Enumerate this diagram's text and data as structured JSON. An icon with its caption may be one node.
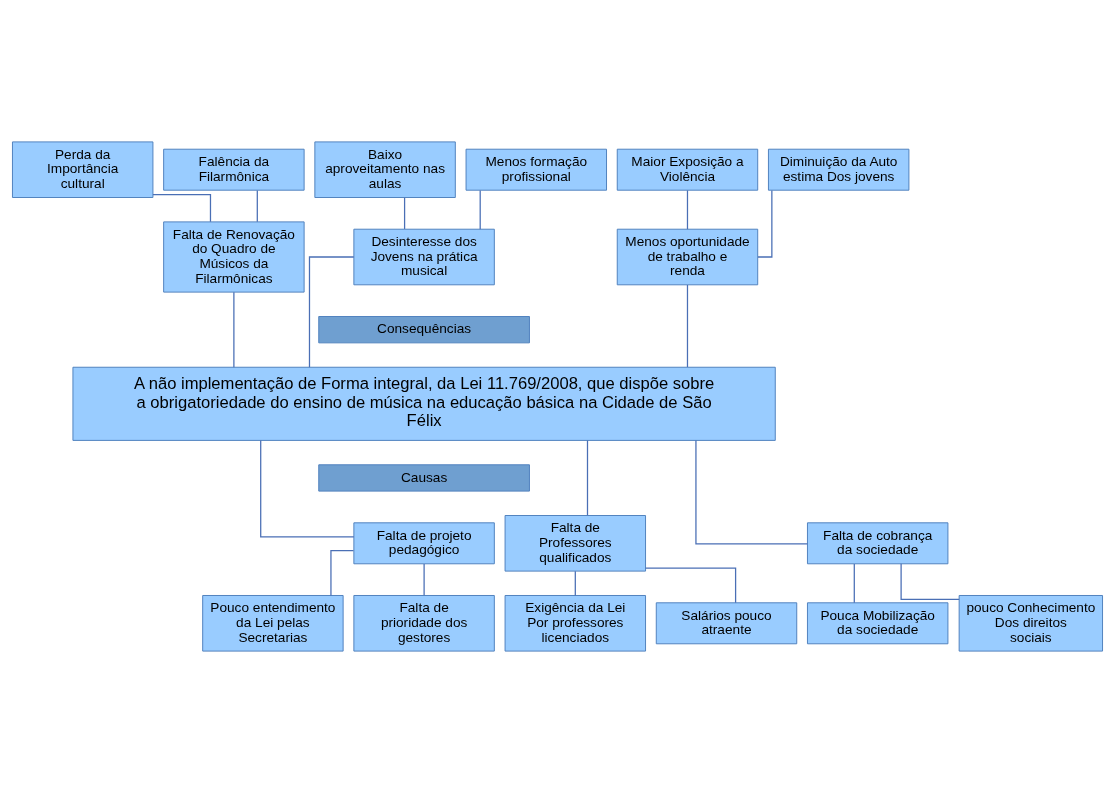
{
  "diagram": {
    "nodes": [
      {
        "text": [
          "Perda da Importância cultural"
        ]
      },
      {
        "text": [
          "Falência da Filarmônica"
        ]
      },
      {
        "text": [
          "Baixo aproveitamento nas aulas"
        ]
      },
      {
        "text": [
          "Menos formação profissional"
        ]
      },
      {
        "text": [
          "Maior Exposição a Violência"
        ]
      },
      {
        "text": [
          "Diminuição da Auto estima Dos jovens"
        ]
      },
      {
        "text": [
          "Falta de Renovação do Quadro de Músicos da Filarmônicas"
        ]
      },
      {
        "text": [
          "Desinteresse dos Jovens na prática musical"
        ]
      },
      {
        "text": [
          "Menos oportunidade de trabalho e renda"
        ]
      },
      {
        "text": [
          "Consequências"
        ]
      },
      {
        "text": [
          "A não implementação de Forma integral, da Lei 11.769/2008, que dispõe sobre a obrigatoriedade do ensino de música na educação básica na Cidade de São Félix"
        ]
      },
      {
        "text": [
          "Causas"
        ]
      },
      {
        "text": [
          "Falta de Professores qualificados"
        ]
      },
      {
        "text": [
          "Falta de projeto pedagógico"
        ]
      },
      {
        "text": [
          "Falta de cobrança da sociedade"
        ]
      },
      {
        "text": [
          "Exigência da Lei Por professores licenciados"
        ]
      },
      {
        "text": [
          "Salários pouco atraente"
        ]
      },
      {
        "text": [
          "Pouco entendimento da Lei pelas Secretarias"
        ]
      },
      {
        "text": [
          "Falta de prioridade dos gestores"
        ]
      },
      {
        "text": [
          "Pouca Mobilização da sociedade"
        ]
      },
      {
        "text": [
          "pouco Conhecimento Dos direitos sociais"
        ]
      }
    ],
    "edges": [
      {
        "from": 0,
        "to": 6,
        "arrow": "none"
      },
      {
        "from": 1,
        "to": 6,
        "arrow": "none"
      },
      {
        "from": 2,
        "to": 7,
        "arrow": "none"
      },
      {
        "from": 3,
        "to": 7,
        "arrow": "none"
      },
      {
        "from": 4,
        "to": 8,
        "arrow": "none"
      },
      {
        "from": 5,
        "to": 8,
        "arrow": "none"
      },
      {
        "from": 6,
        "to": 10,
        "arrow": "none"
      },
      {
        "from": 7,
        "to": 10,
        "arrow": "none"
      },
      {
        "from": 8,
        "to": 10,
        "arrow": "none"
      },
      {
        "from": 10,
        "to": 12,
        "arrow": "none"
      },
      {
        "from": 10,
        "to": 13,
        "arrow": "none"
      },
      {
        "from": 10,
        "to": 14,
        "arrow": "none"
      },
      {
        "from": 12,
        "to": 15,
        "arrow": "none"
      },
      {
        "from": 12,
        "to": 16,
        "arrow": "none"
      },
      {
        "from": 13,
        "to": 17,
        "arrow": "none"
      },
      {
        "from": 13,
        "to": 18,
        "arrow": "none"
      },
      {
        "from": 14,
        "to": 19,
        "arrow": "none"
      },
      {
        "from": 14,
        "to": 20,
        "arrow": "none"
      }
    ]
  }
}
